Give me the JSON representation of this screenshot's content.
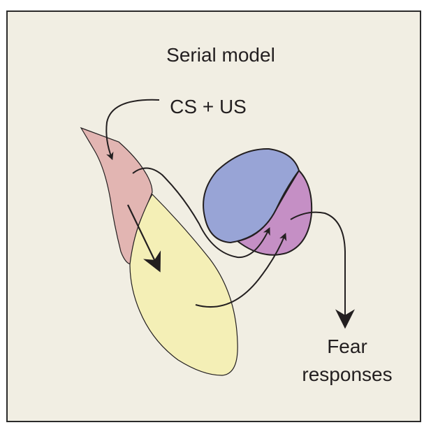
{
  "title": "Serial model",
  "input_label": "CS + US",
  "output_label_line1": "Fear",
  "output_label_line2": "responses",
  "colors": {
    "background": "#f1eee3",
    "region_pink": "#e2b5b2",
    "region_yellow": "#f4efb6",
    "region_blue": "#98a4d6",
    "region_purple": "#c58fc5",
    "stroke": "#231f20"
  }
}
